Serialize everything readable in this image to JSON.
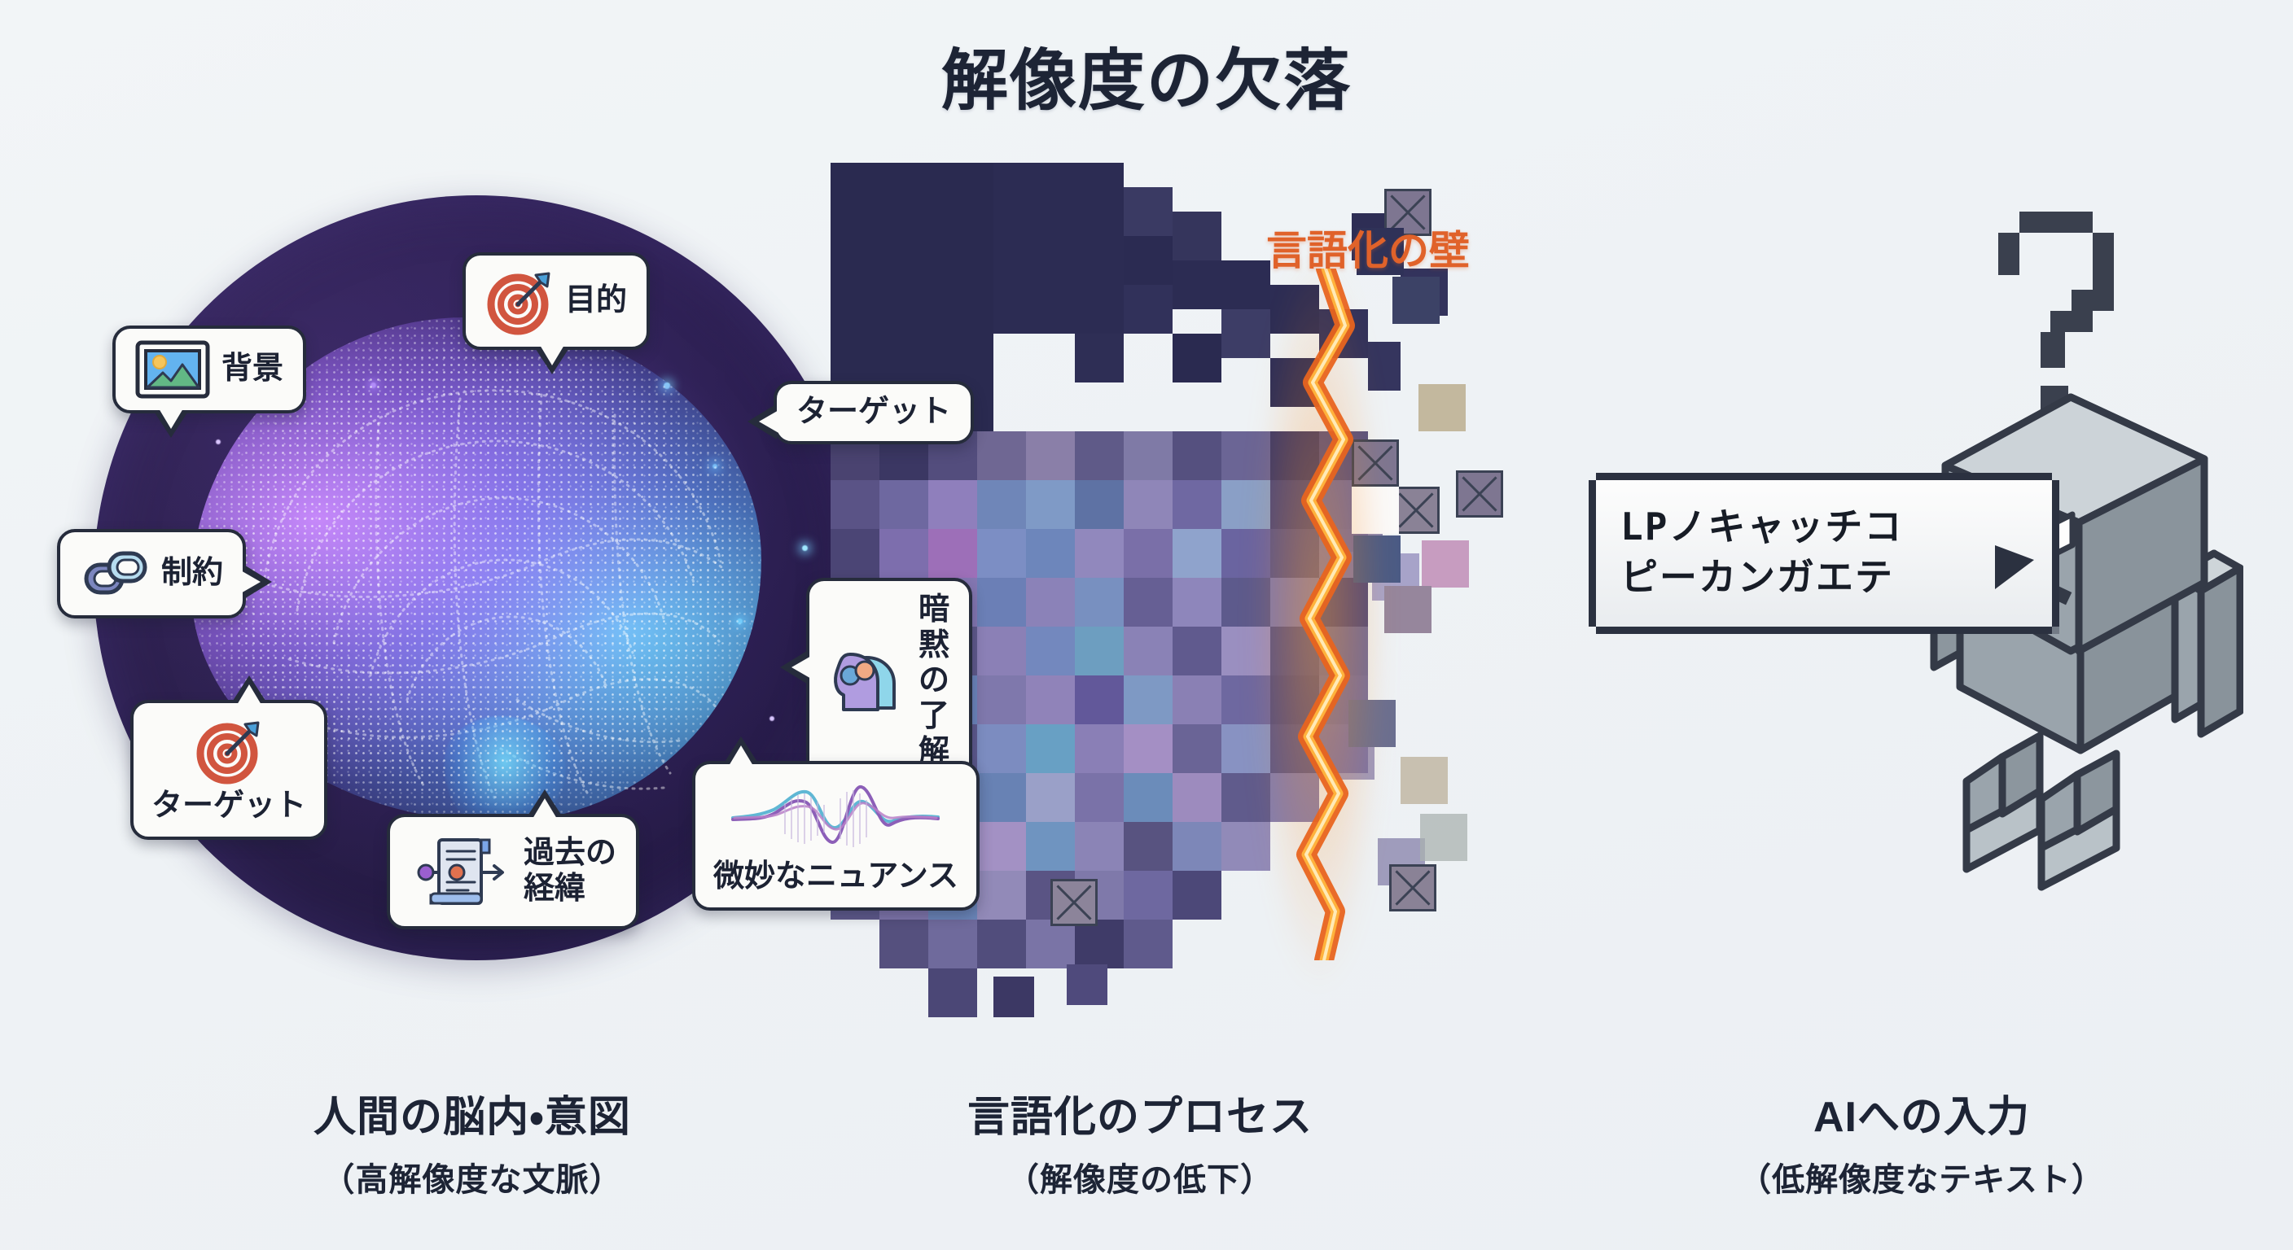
{
  "title": "解像度の欠落",
  "theme": {
    "page_bg": "#eff2f5",
    "ink": "#1d2435",
    "brain_circle": "#2e2150",
    "brain_purple": "#cd8cff",
    "brain_cyan": "#6ee1ff",
    "wall_orange": "#e0622a",
    "wall_glow": "#ffa028",
    "robot_gray": "#9aa4ac",
    "bubble_bg": "#fbfbf9",
    "bubble_border": "#262c3c"
  },
  "brain_panel": {
    "labels": [
      {
        "id": "haikei",
        "text": "背景",
        "icon": "image-icon"
      },
      {
        "id": "mokuteki",
        "text": "目的",
        "icon": "target-icon"
      },
      {
        "id": "target1",
        "text": "ターゲット",
        "icon": "none"
      },
      {
        "id": "seiyaku",
        "text": "制約",
        "icon": "link-icon"
      },
      {
        "id": "anmoku",
        "text": "暗黙\nの了解",
        "icon": "heads-icon"
      },
      {
        "id": "target2",
        "text": "ターゲット",
        "icon": "target-icon"
      },
      {
        "id": "keii",
        "text": "過去の\n経緯",
        "icon": "scroll-timeline-icon"
      },
      {
        "id": "nuance",
        "text": "微妙なニュアンス",
        "icon": "waveform-icon"
      }
    ]
  },
  "wall": {
    "label": "言語化の壁",
    "icon": "lightning-wall-icon"
  },
  "ai_panel": {
    "bubble_line1": "LPノキャッチコ",
    "bubble_line2": "ピーカンガエテ",
    "question_mark": "?",
    "robot_icon": "robot-icon"
  },
  "captions": [
    {
      "id": "brain",
      "main": "人間の脳内・意図",
      "sub": "（高解像度な文脈）"
    },
    {
      "id": "process",
      "main": "言語化のプロセス",
      "sub": "（解像度の低下）"
    },
    {
      "id": "ai",
      "main": "AIへの入力",
      "sub": "（低解像度なテキスト）"
    }
  ]
}
